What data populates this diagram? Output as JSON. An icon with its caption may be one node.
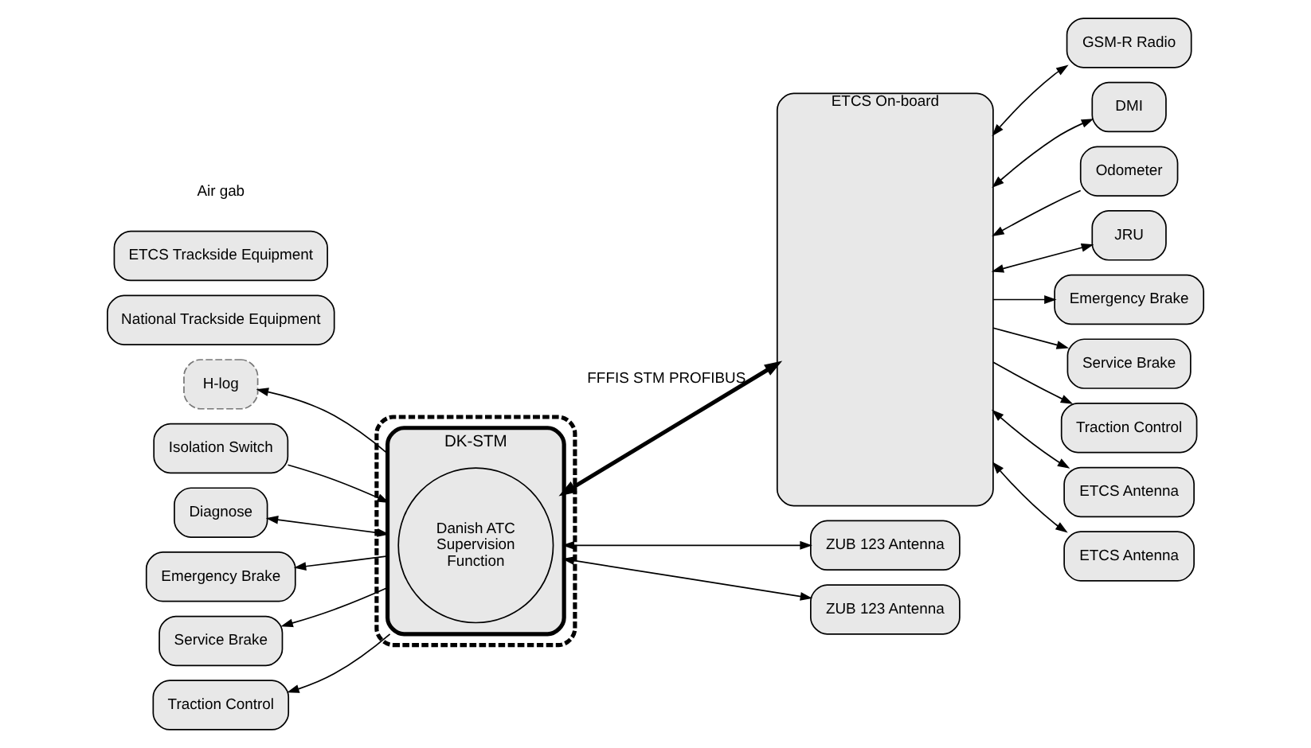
{
  "diagram": {
    "nodes": [
      {
        "text": [],
        "shape": "box"
      },
      {
        "text": [
          "DK-STM"
        ],
        "in": 0
      },
      {
        "text": [
          "Danish ATC Supervision Function"
        ],
        "in": 1
      },
      {
        "text": [
          "H-log"
        ]
      },
      {
        "text": [
          "Isolation Switch"
        ]
      },
      {
        "text": [
          "Diagnose"
        ]
      },
      {
        "text": [
          "Emergency Brake"
        ]
      },
      {
        "text": [
          "Service Brake"
        ]
      },
      {
        "text": [
          "Traction Control"
        ]
      },
      {
        "text": [
          "ETCS On-board"
        ]
      },
      {
        "text": [
          "GSM-R Radio"
        ]
      },
      {
        "text": [
          "DMI"
        ]
      },
      {
        "text": [
          "Odometer"
        ]
      },
      {
        "text": [
          "JRU"
        ]
      },
      {
        "text": [
          "Emergency Brake"
        ]
      },
      {
        "text": [
          "Service Brake"
        ]
      },
      {
        "text": [
          "Traction Control"
        ]
      },
      {
        "text": [
          "ZUB 123 Antenna"
        ]
      },
      {
        "text": [
          "ZUB 123 Antenna"
        ]
      },
      {
        "text": [
          "ETCS Antenna"
        ]
      },
      {
        "text": [
          "ETCS Antenna"
        ]
      },
      {
        "text": [
          "National Trackside Equipment"
        ]
      },
      {
        "text": [
          "ETCS Trackside Equipment"
        ]
      }
    ],
    "edges": [
      {
        "from": 1,
        "to": 3,
        "arrow": "to"
      },
      {
        "from": 4,
        "to": 1,
        "arrow": "to"
      },
      {
        "from": 1,
        "to": 5,
        "arrow": "both"
      },
      {
        "from": 1,
        "to": 6,
        "arrow": "to"
      },
      {
        "from": 1,
        "to": 7,
        "arrow": "to"
      },
      {
        "from": 1,
        "to": 8,
        "arrow": "to"
      },
      {
        "from": 1,
        "to": 9,
        "arrow": "both",
        "label": "FFFIS STM PROFIBUS",
        "style": "thick"
      },
      {
        "from": 9,
        "to": 10,
        "arrow": "both"
      },
      {
        "from": 9,
        "to": 11,
        "arrow": "both"
      },
      {
        "from": 12,
        "to": 9,
        "arrow": "to"
      },
      {
        "from": 9,
        "to": 13,
        "arrow": "both"
      },
      {
        "from": 9,
        "to": 14,
        "arrow": "to"
      },
      {
        "from": 9,
        "to": 15,
        "arrow": "to"
      },
      {
        "from": 9,
        "to": 16,
        "arrow": "to"
      },
      {
        "from": 1,
        "to": 17,
        "arrow": "both"
      },
      {
        "from": 1,
        "to": 18,
        "arrow": "both"
      },
      {
        "from": 9,
        "to": 19,
        "arrow": "both"
      },
      {
        "from": 9,
        "to": 20,
        "arrow": "both"
      }
    ],
    "labels": [
      "Air gab"
    ]
  }
}
